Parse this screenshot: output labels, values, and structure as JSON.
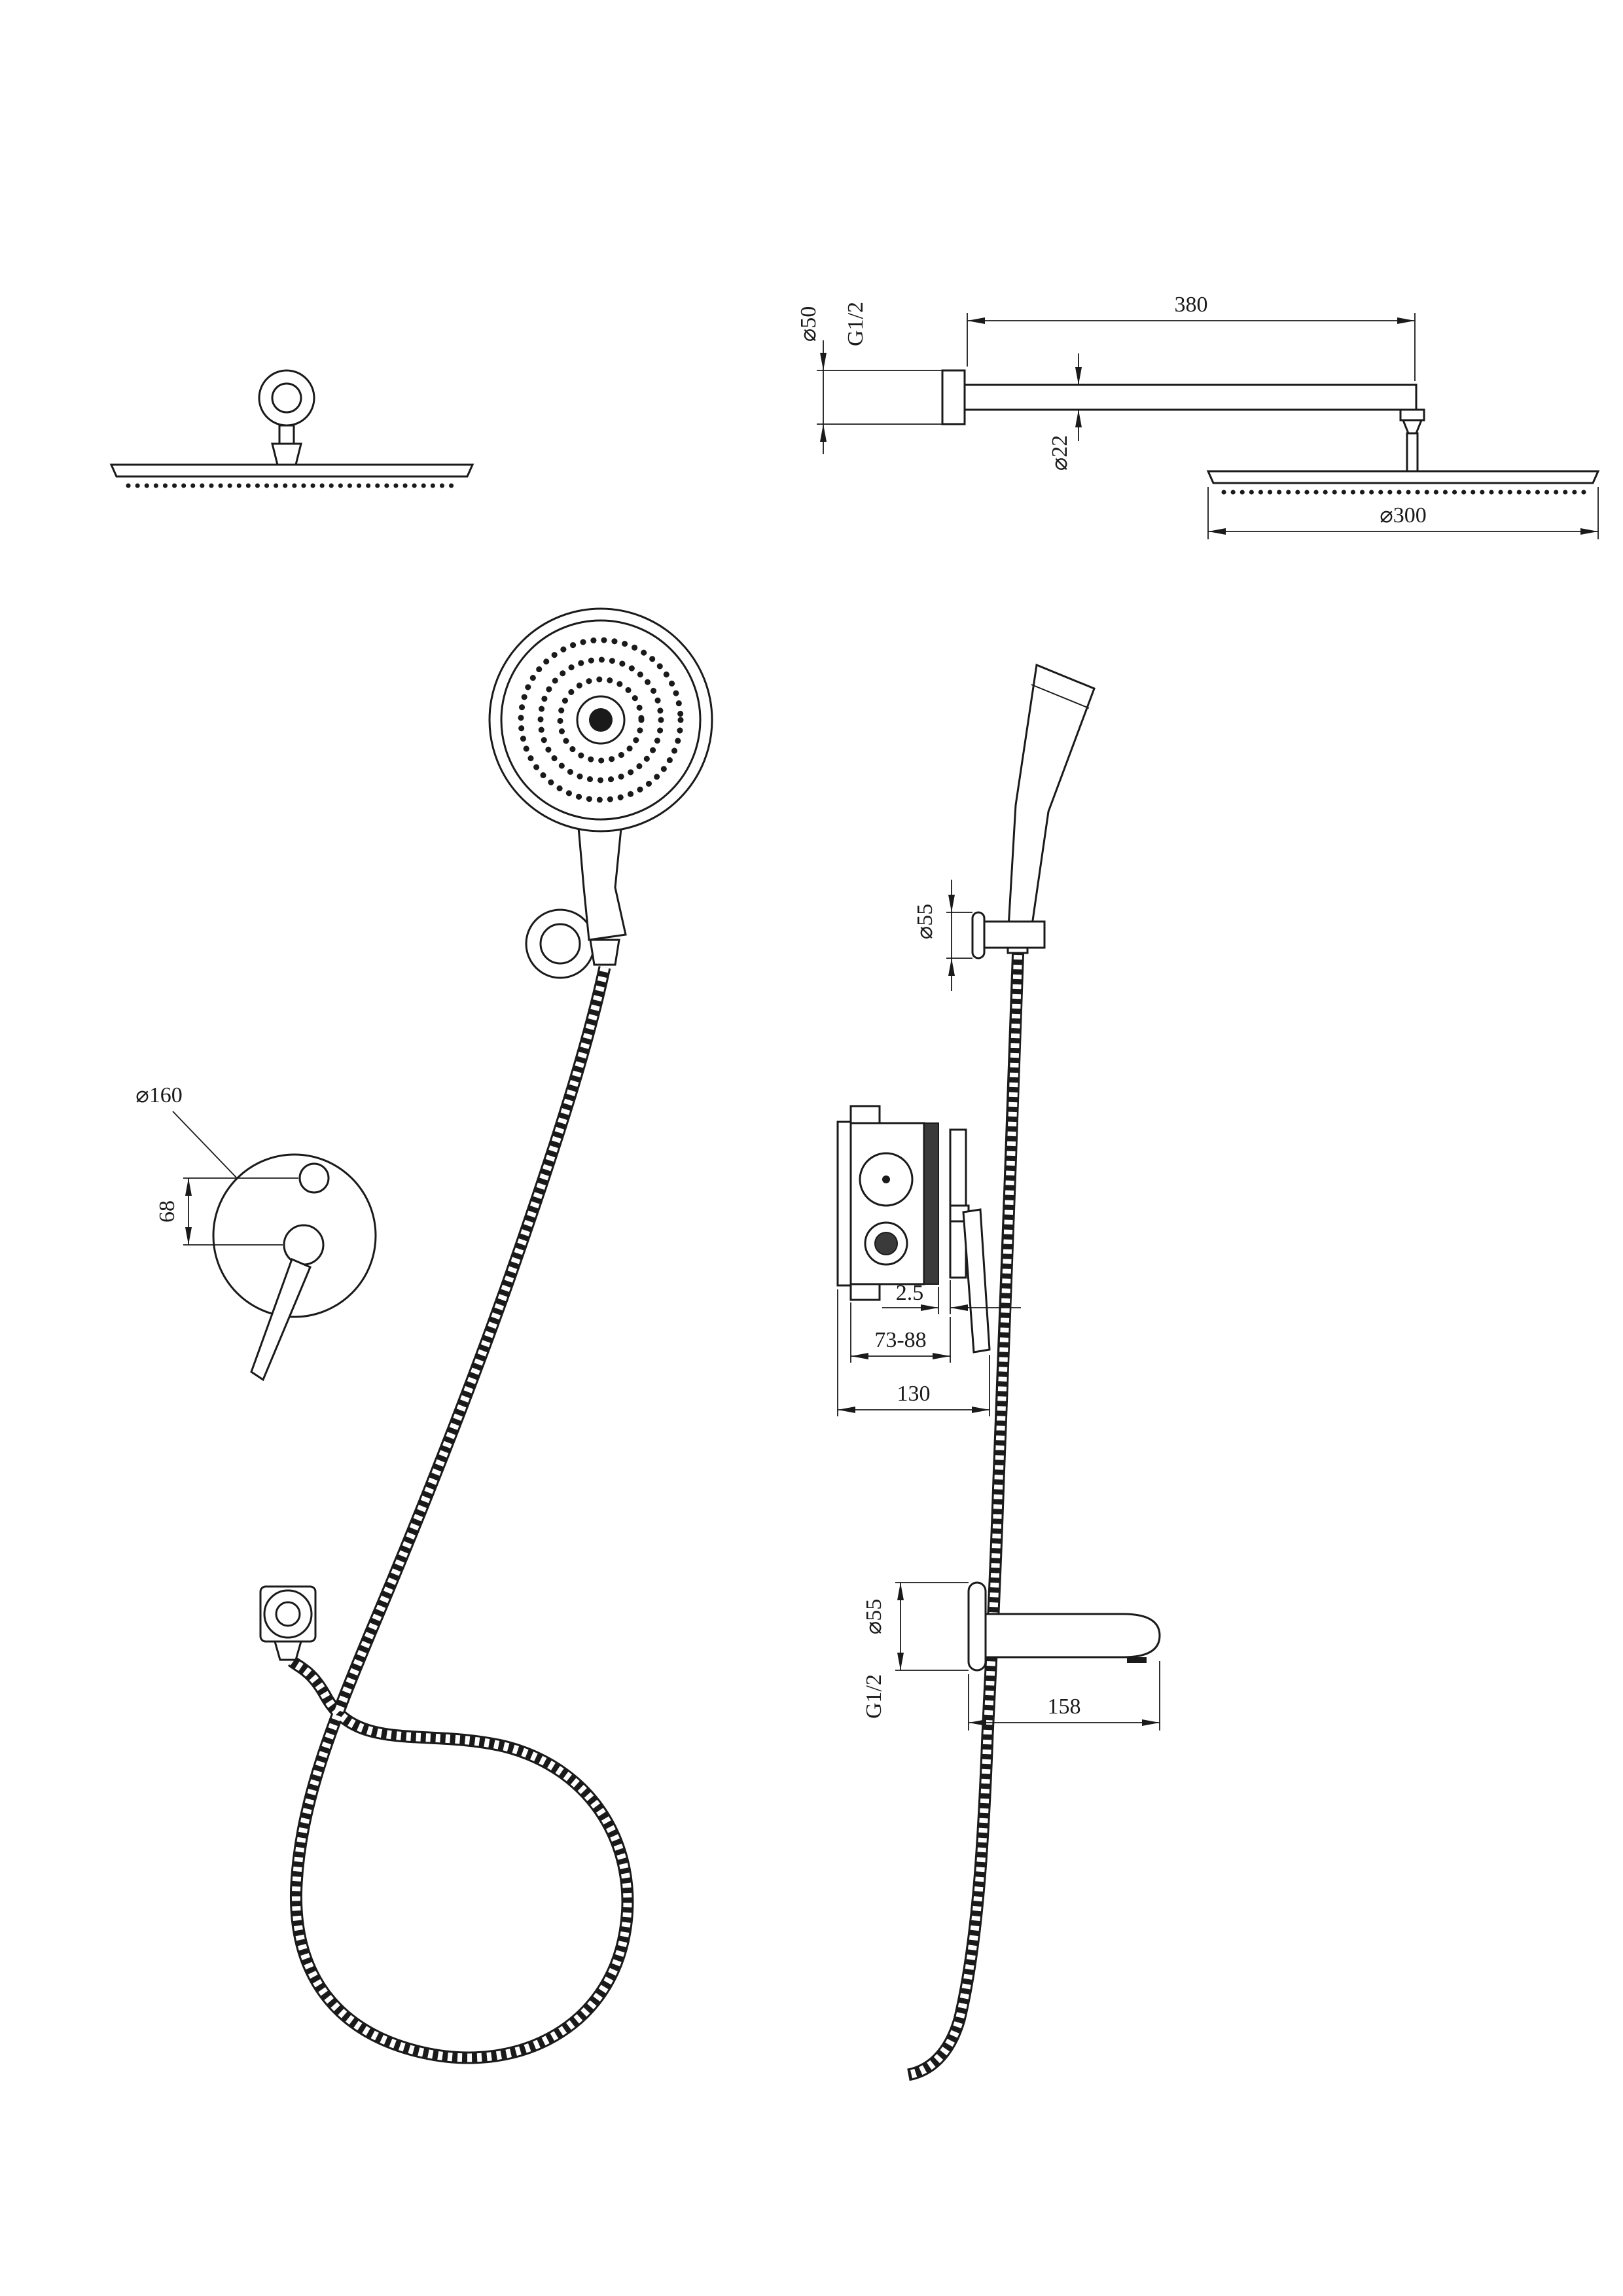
{
  "page": {
    "background": "#ffffff",
    "line_color": "#1a1a1a",
    "type": "technical-drawing-shower-system"
  },
  "labels": {
    "flange_diameter": "⌀50",
    "arm_thread": "G1/2",
    "arm_length": "380",
    "arm_diameter": "⌀22",
    "rain_head_diameter": "⌀300",
    "holder_diameter": "⌀55",
    "mixer_plate_diameter": "⌀160",
    "handle_spacing": "68",
    "valve_plate_gap": "2.5",
    "valve_depth_range": "73-88",
    "valve_width": "130",
    "spout_flange_diameter": "⌀55",
    "spout_thread": "G1/2",
    "spout_length": "158"
  }
}
